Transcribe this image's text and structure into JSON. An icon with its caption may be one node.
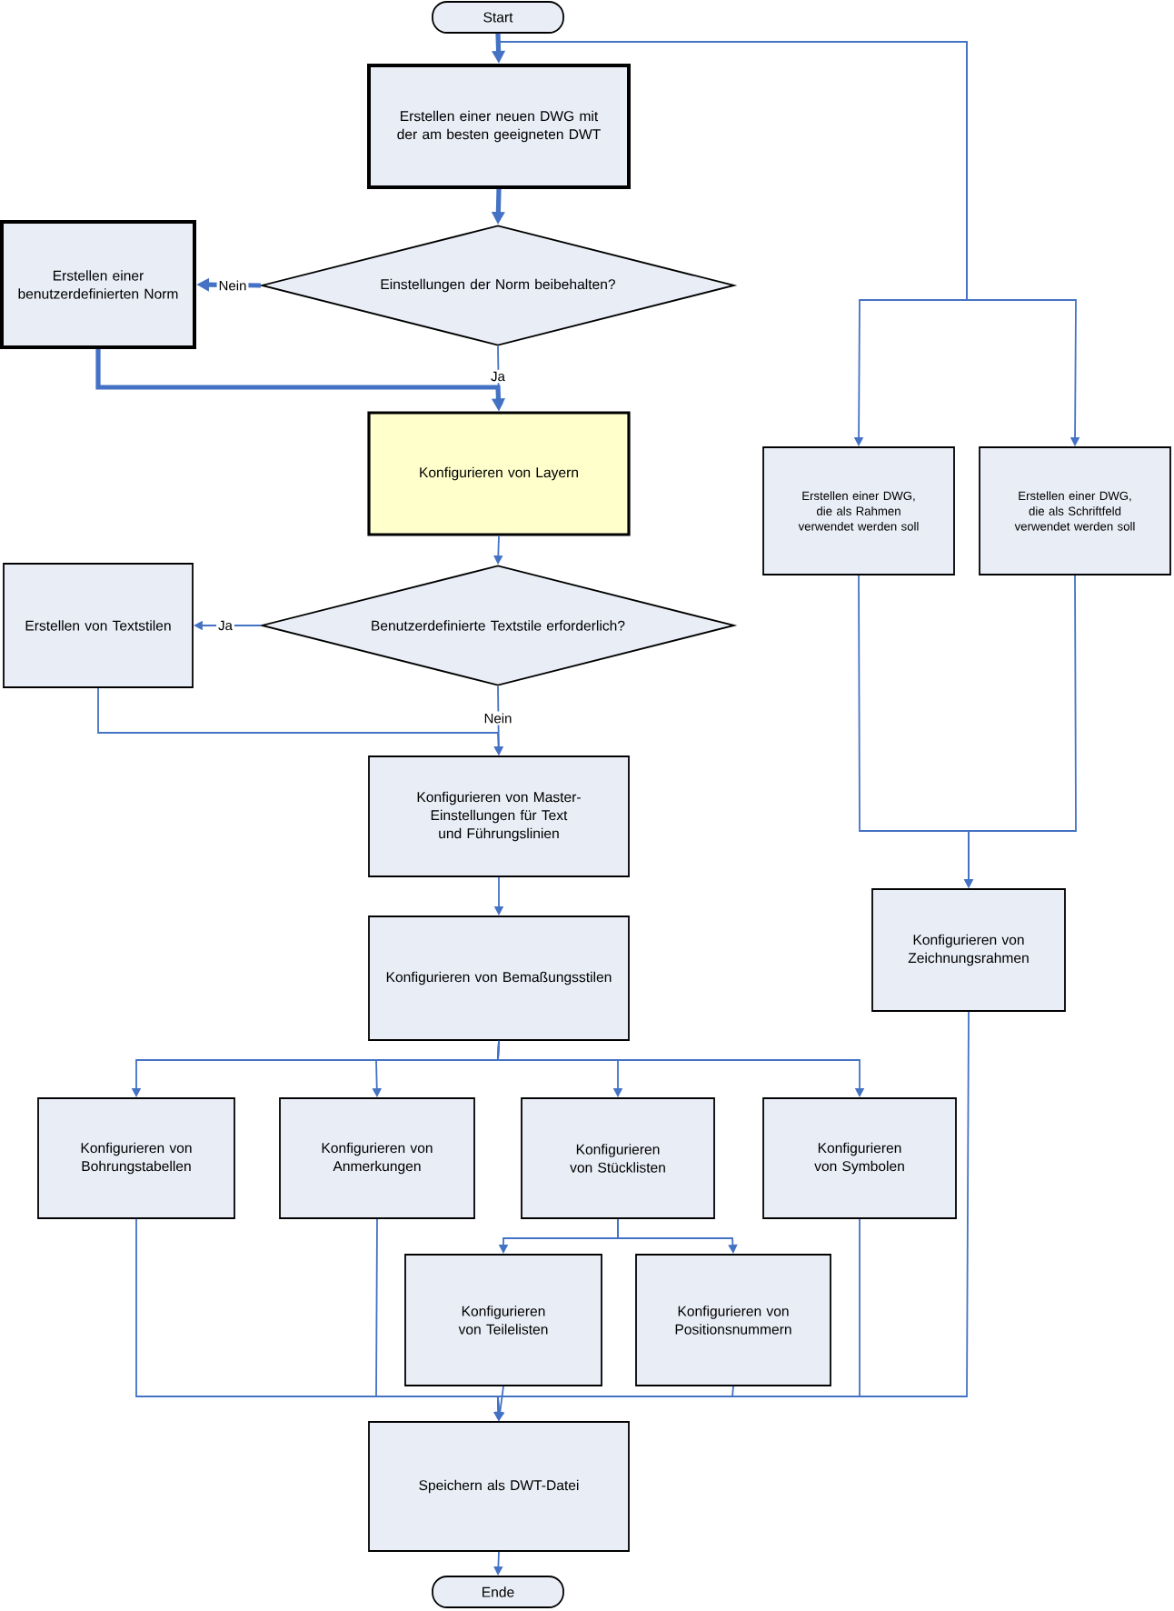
{
  "diagram": {
    "nodes": [
      {
        "text": [
          "Start"
        ]
      },
      {
        "text": [
          "Erstellen einer neuen DWG mit der am besten geeigneten DWT"
        ]
      },
      {
        "text": [
          "Einstellungen der Norm beibehalten?"
        ]
      },
      {
        "text": [
          "Erstellen einer benutzerdefinierten Norm"
        ]
      },
      {
        "text": [
          "Konfigurieren von Layern"
        ]
      },
      {
        "text": [
          "Benutzerdefinierte Textstile erforderlich?"
        ]
      },
      {
        "text": [
          "Erstellen von Textstilen"
        ]
      },
      {
        "text": [
          "Konfigurieren von Master-Einstellungen für Text und Führungslinien"
        ]
      },
      {
        "text": [
          "Konfigurieren von Bemaßungsstilen"
        ]
      },
      {
        "text": [
          "Konfigurieren von Bohrungstabellen"
        ]
      },
      {
        "text": [
          "Konfigurieren von Anmerkungen"
        ]
      },
      {
        "text": [
          "Konfigurieren von Stücklisten"
        ]
      },
      {
        "text": [
          "Konfigurieren von Symbolen"
        ]
      },
      {
        "text": [
          "Konfigurieren von Teilelisten"
        ]
      },
      {
        "text": [
          "Konfigurieren von Positionsnummern"
        ]
      },
      {
        "text": [
          "Speichern als DWT-Datei"
        ]
      },
      {
        "text": [
          "Ende"
        ]
      },
      {
        "text": [
          "Erstellen einer DWG, die als Rahmen verwendet werden soll"
        ]
      },
      {
        "text": [
          "Erstellen einer DWG, die als Schriftfeld verwendet werden soll"
        ]
      },
      {
        "text": [
          "Konfigurieren von Zeichnungsrahmen"
        ]
      }
    ],
    "edges": [
      {
        "from": 0,
        "to": 1,
        "arrow": "to",
        "style": "thick"
      },
      {
        "from": 0,
        "to": 17,
        "arrow": "to"
      },
      {
        "from": 0,
        "to": 18,
        "arrow": "to"
      },
      {
        "from": 1,
        "to": 2,
        "arrow": "to",
        "style": "thick"
      },
      {
        "from": 2,
        "to": 3,
        "arrow": "to",
        "label": "Nein",
        "style": "thick"
      },
      {
        "from": 2,
        "to": 4,
        "arrow": "to",
        "label": "Ja"
      },
      {
        "from": 3,
        "to": 4,
        "arrow": "to",
        "style": "thick"
      },
      {
        "from": 4,
        "to": 5,
        "arrow": "to"
      },
      {
        "from": 5,
        "to": 6,
        "arrow": "to",
        "label": "Ja"
      },
      {
        "from": 5,
        "to": 7,
        "arrow": "to",
        "label": "Nein"
      },
      {
        "from": 6,
        "to": 7,
        "arrow": "to"
      },
      {
        "from": 7,
        "to": 8,
        "arrow": "to"
      },
      {
        "from": 8,
        "to": 9,
        "arrow": "to"
      },
      {
        "from": 8,
        "to": 10,
        "arrow": "to"
      },
      {
        "from": 8,
        "to": 11,
        "arrow": "to"
      },
      {
        "from": 8,
        "to": 12,
        "arrow": "to"
      },
      {
        "from": 9,
        "to": 15,
        "arrow": "to"
      },
      {
        "from": 10,
        "to": 15,
        "arrow": "to"
      },
      {
        "from": 11,
        "to": 13,
        "arrow": "to"
      },
      {
        "from": 11,
        "to": 14,
        "arrow": "to"
      },
      {
        "from": 12,
        "to": 15,
        "arrow": "to"
      },
      {
        "from": 13,
        "to": 15,
        "arrow": "to"
      },
      {
        "from": 14,
        "to": 15,
        "arrow": "to"
      },
      {
        "from": 15,
        "to": 16,
        "arrow": "to"
      },
      {
        "from": 17,
        "to": 19,
        "arrow": "to"
      },
      {
        "from": 18,
        "to": 19,
        "arrow": "to"
      },
      {
        "from": 19,
        "to": 15,
        "arrow": "to"
      }
    ]
  }
}
